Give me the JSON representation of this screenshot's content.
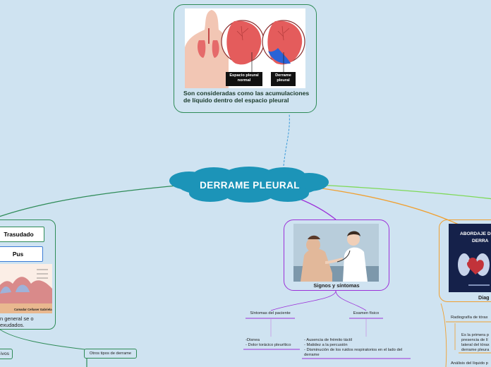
{
  "central": {
    "title": "DERRAME PLEURAL"
  },
  "top_node": {
    "caption": "Son consideradas como las acumulaciones de líquido dentro del espacio pleural",
    "label_normal": "Espacio pleural normal",
    "label_effusion": "Derrame pleural"
  },
  "left_node": {
    "pill_1": "Trasudado",
    "pill_2": "Pus",
    "image_credit": "Camadar Ceñaser Gabriela",
    "text": "n general se o exudados.",
    "sub_1": "ivos",
    "sub_2": "Otros tipos de derrame"
  },
  "signs_node": {
    "caption": "Signos y síntomas",
    "branch_left": {
      "title": "Síntomas del paciente",
      "items": [
        "-Disnea",
        "- Dolor torácico pleurítico"
      ]
    },
    "branch_right": {
      "title": "Examen físico",
      "items": [
        "- Ausencia de frémito táctil",
        "- Matidez a la percusión",
        "- Disminución de los ruidos respiratorios en el lado del derrame"
      ]
    }
  },
  "right_node": {
    "book_title_1": "ABORDAJE D",
    "book_title_2": "DERRA",
    "caption": "Diag",
    "item_1": "Radiografía de tórax",
    "item_1_text": "Es la primera p presencia de lí lateral del tórax derrame pleura",
    "item_2": "Análisis del líquido p"
  },
  "colors": {
    "background": "#cfe3f1",
    "cloud": "#1c94b8",
    "green": "#2e8b57",
    "purple": "#9b30d9",
    "orange": "#f0a030",
    "lime": "#7ed957"
  }
}
